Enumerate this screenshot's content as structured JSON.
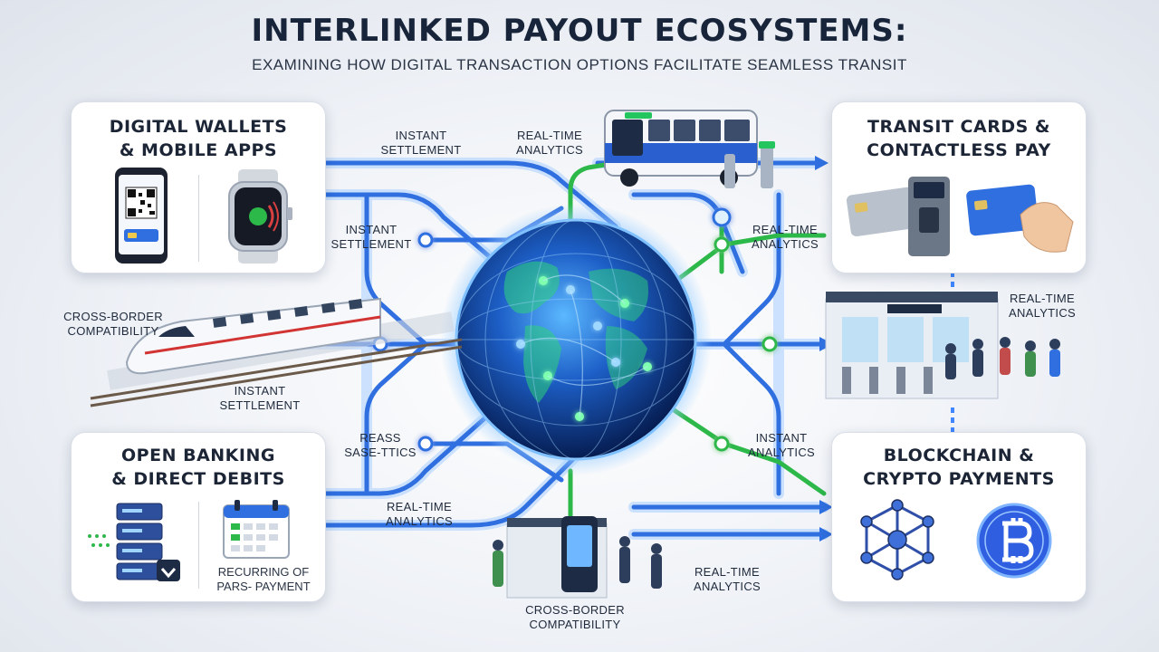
{
  "header": {
    "title": "INTERLINKED PAYOUT ECOSYSTEMS:",
    "subtitle": "EXAMINING HOW DIGITAL TRANSACTION OPTIONS FACILITATE SEAMLESS TRANSIT"
  },
  "cards": {
    "digital_wallets": {
      "line1": "DIGITAL WALLETS",
      "line2": "& MOBILE APPS"
    },
    "transit_cards": {
      "line1": "TRANSIT CARDS &",
      "line2": "CONTACTLESS PAY"
    },
    "open_banking": {
      "line1": "OPEN BANKING",
      "line2": "& DIRECT DEBITS",
      "sub1": "RECURRING OF",
      "sub2": "PARS- PAYMENT"
    },
    "blockchain": {
      "line1": "BLOCKCHAIN &",
      "line2": "CRYPTO PAYMENTS"
    }
  },
  "labels": {
    "instant_settlement_top": {
      "line1": "INSTANT",
      "line2": "SETTLEMENT"
    },
    "realtime_top": {
      "line1": "REAL-TIME",
      "line2": "ANALYTICS"
    },
    "instant_settlement_mid": {
      "line1": "INSTANT",
      "line2": "SETTLEMENT"
    },
    "realtime_right_upper": {
      "line1": "REAL-TIME",
      "line2": "ANALYTICS"
    },
    "cross_border_left": {
      "line1": "CROSS-BORDER",
      "line2": "COMPATIBILITY"
    },
    "realtime_station": {
      "line1": "REAL-TIME",
      "line2": "ANALYTICS"
    },
    "instant_settlement_low": {
      "line1": "INSTANT",
      "line2": "SETTLEMENT"
    },
    "reass": {
      "line1": "REASS",
      "line2": "SASE-TTICS"
    },
    "instant_analytics": {
      "line1": "INSTANT",
      "line2": "ANALYTICS"
    },
    "realtime_lower_left": {
      "line1": "REAL-TIME",
      "line2": "ANALYTICS"
    },
    "realtime_lower_right": {
      "line1": "REAL-TIME",
      "line2": "ANALYTICS"
    },
    "cross_border_bottom": {
      "line1": "CROSS-BORDER",
      "line2": "COMPATIBILITY"
    }
  },
  "colors": {
    "blue_line": "#2f6fe0",
    "blue_glow": "#9cc6ff",
    "green_line": "#2db84a",
    "globe_dark": "#0a2a6b",
    "globe_light": "#3aa0ff"
  }
}
